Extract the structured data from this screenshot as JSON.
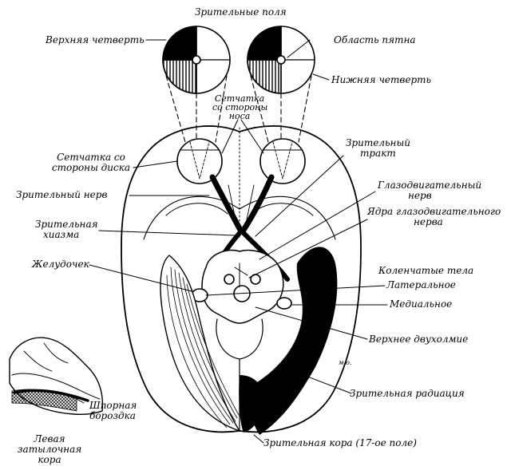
{
  "labels": {
    "visual_fields": "Зрительные поля",
    "upper_quarter": "Верхняя четверть",
    "macula_area": "Область пятна",
    "lower_quarter": "Нижняя четверть",
    "nasal_retina_l1": "Сетчатка",
    "nasal_retina_l2": "со стороны",
    "nasal_retina_l3": "носа",
    "temporal_retina_l1": "Сетчатка со",
    "temporal_retina_l2": "стороны диска",
    "optic_tract_l1": "Зрительный",
    "optic_tract_l2": "тракт",
    "optic_nerve": "Зрительный нерв",
    "oculomotor_nerve_l1": "Глазодвигательный",
    "oculomotor_nerve_l2": "нерв",
    "oculomotor_nuclei_l1": "Ядра глазодвигательного",
    "oculomotor_nuclei_l2": "нерва",
    "chiasm_l1": "Зрительная",
    "chiasm_l2": "хиазма",
    "ventricle": "Желудочек",
    "geniculate_bodies": "Коленчатые тела",
    "lateral": "Латеральное",
    "medial": "Медиальное",
    "superior_colliculus": "Верхнее двухолмие",
    "optic_radiation": "Зрительная радиация",
    "visual_cortex": "Зрительная кора (17-ое поле)",
    "calcarine_l1": "Шпорная",
    "calcarine_l2": "бороздка",
    "left_occipital_l1": "Левая",
    "left_occipital_l2": "затылочная",
    "left_occipital_l3": "кора",
    "signature": "м.о."
  }
}
